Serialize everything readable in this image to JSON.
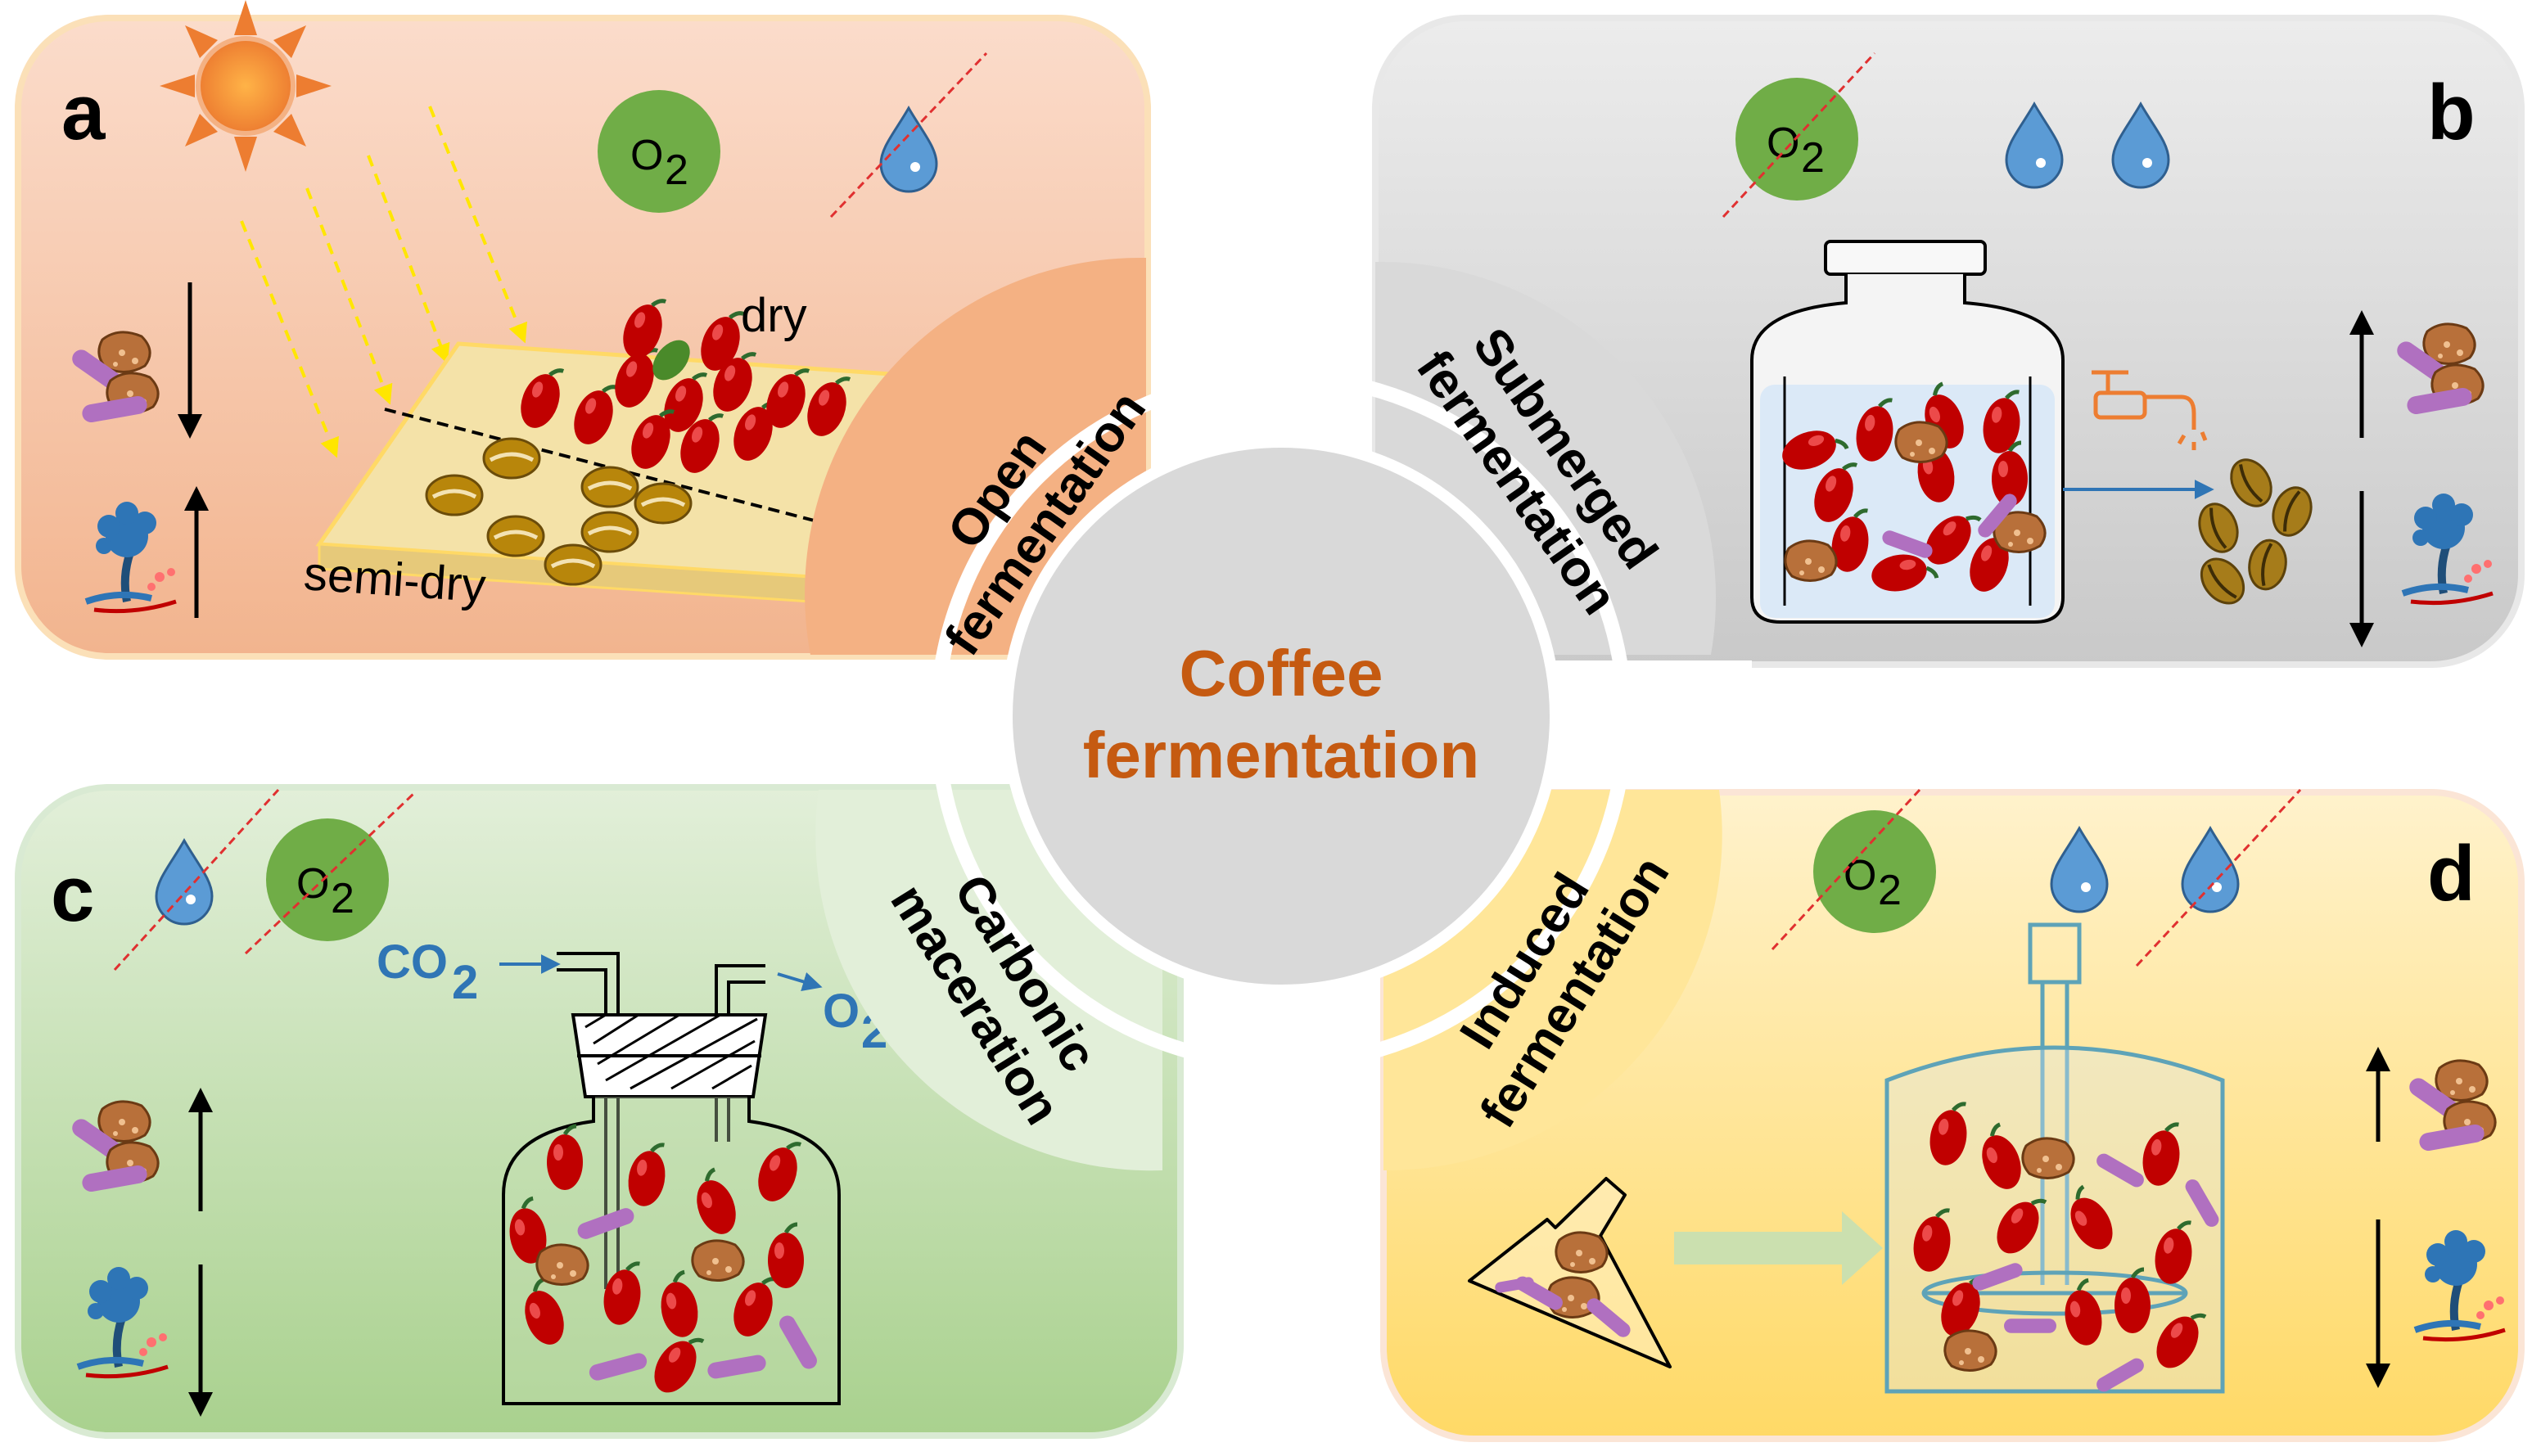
{
  "center": {
    "line1": "Coffee",
    "line2": "fermentation"
  },
  "panels": {
    "a": {
      "letter": "a",
      "method_line1": "Open",
      "method_line2": "fermentation",
      "label_dry": "dry",
      "label_semidry": "semi-dry",
      "o2": "O",
      "o2_sub": "2",
      "bg": "#f6c5a8"
    },
    "b": {
      "letter": "b",
      "method_line1": "Submerged",
      "method_line2": "fermentation",
      "o2": "O",
      "o2_sub": "2",
      "bg": "#d9d9d9"
    },
    "c": {
      "letter": "c",
      "method_line1": "Carbonic",
      "method_line2": "maceration",
      "o2": "O",
      "o2_sub": "2",
      "gas_in": "CO",
      "gas_in_sub": "2",
      "gas_out": "O",
      "gas_out_sub": "2",
      "bg": "#c5e0b4"
    },
    "d": {
      "letter": "d",
      "method_line1": "Induced",
      "method_line2": "fermentation",
      "o2": "O",
      "o2_sub": "2",
      "bg": "#ffe699"
    }
  },
  "colors": {
    "center_title": "#c55a11",
    "oxygen_circle": "#70ad47",
    "water_drop": "#5b9bd5",
    "strike_line": "#e03030",
    "cherry": "#c00000",
    "bean": "#b8860b",
    "microbe_purple": "#b070c0",
    "arrow_blue": "#2f75b5"
  },
  "icons": [
    "sun-icon",
    "oxygen-icon",
    "water-drop-icon",
    "faucet-icon",
    "flask-icon",
    "bioreactor-icon",
    "microbe-icon",
    "fungus-icon"
  ]
}
